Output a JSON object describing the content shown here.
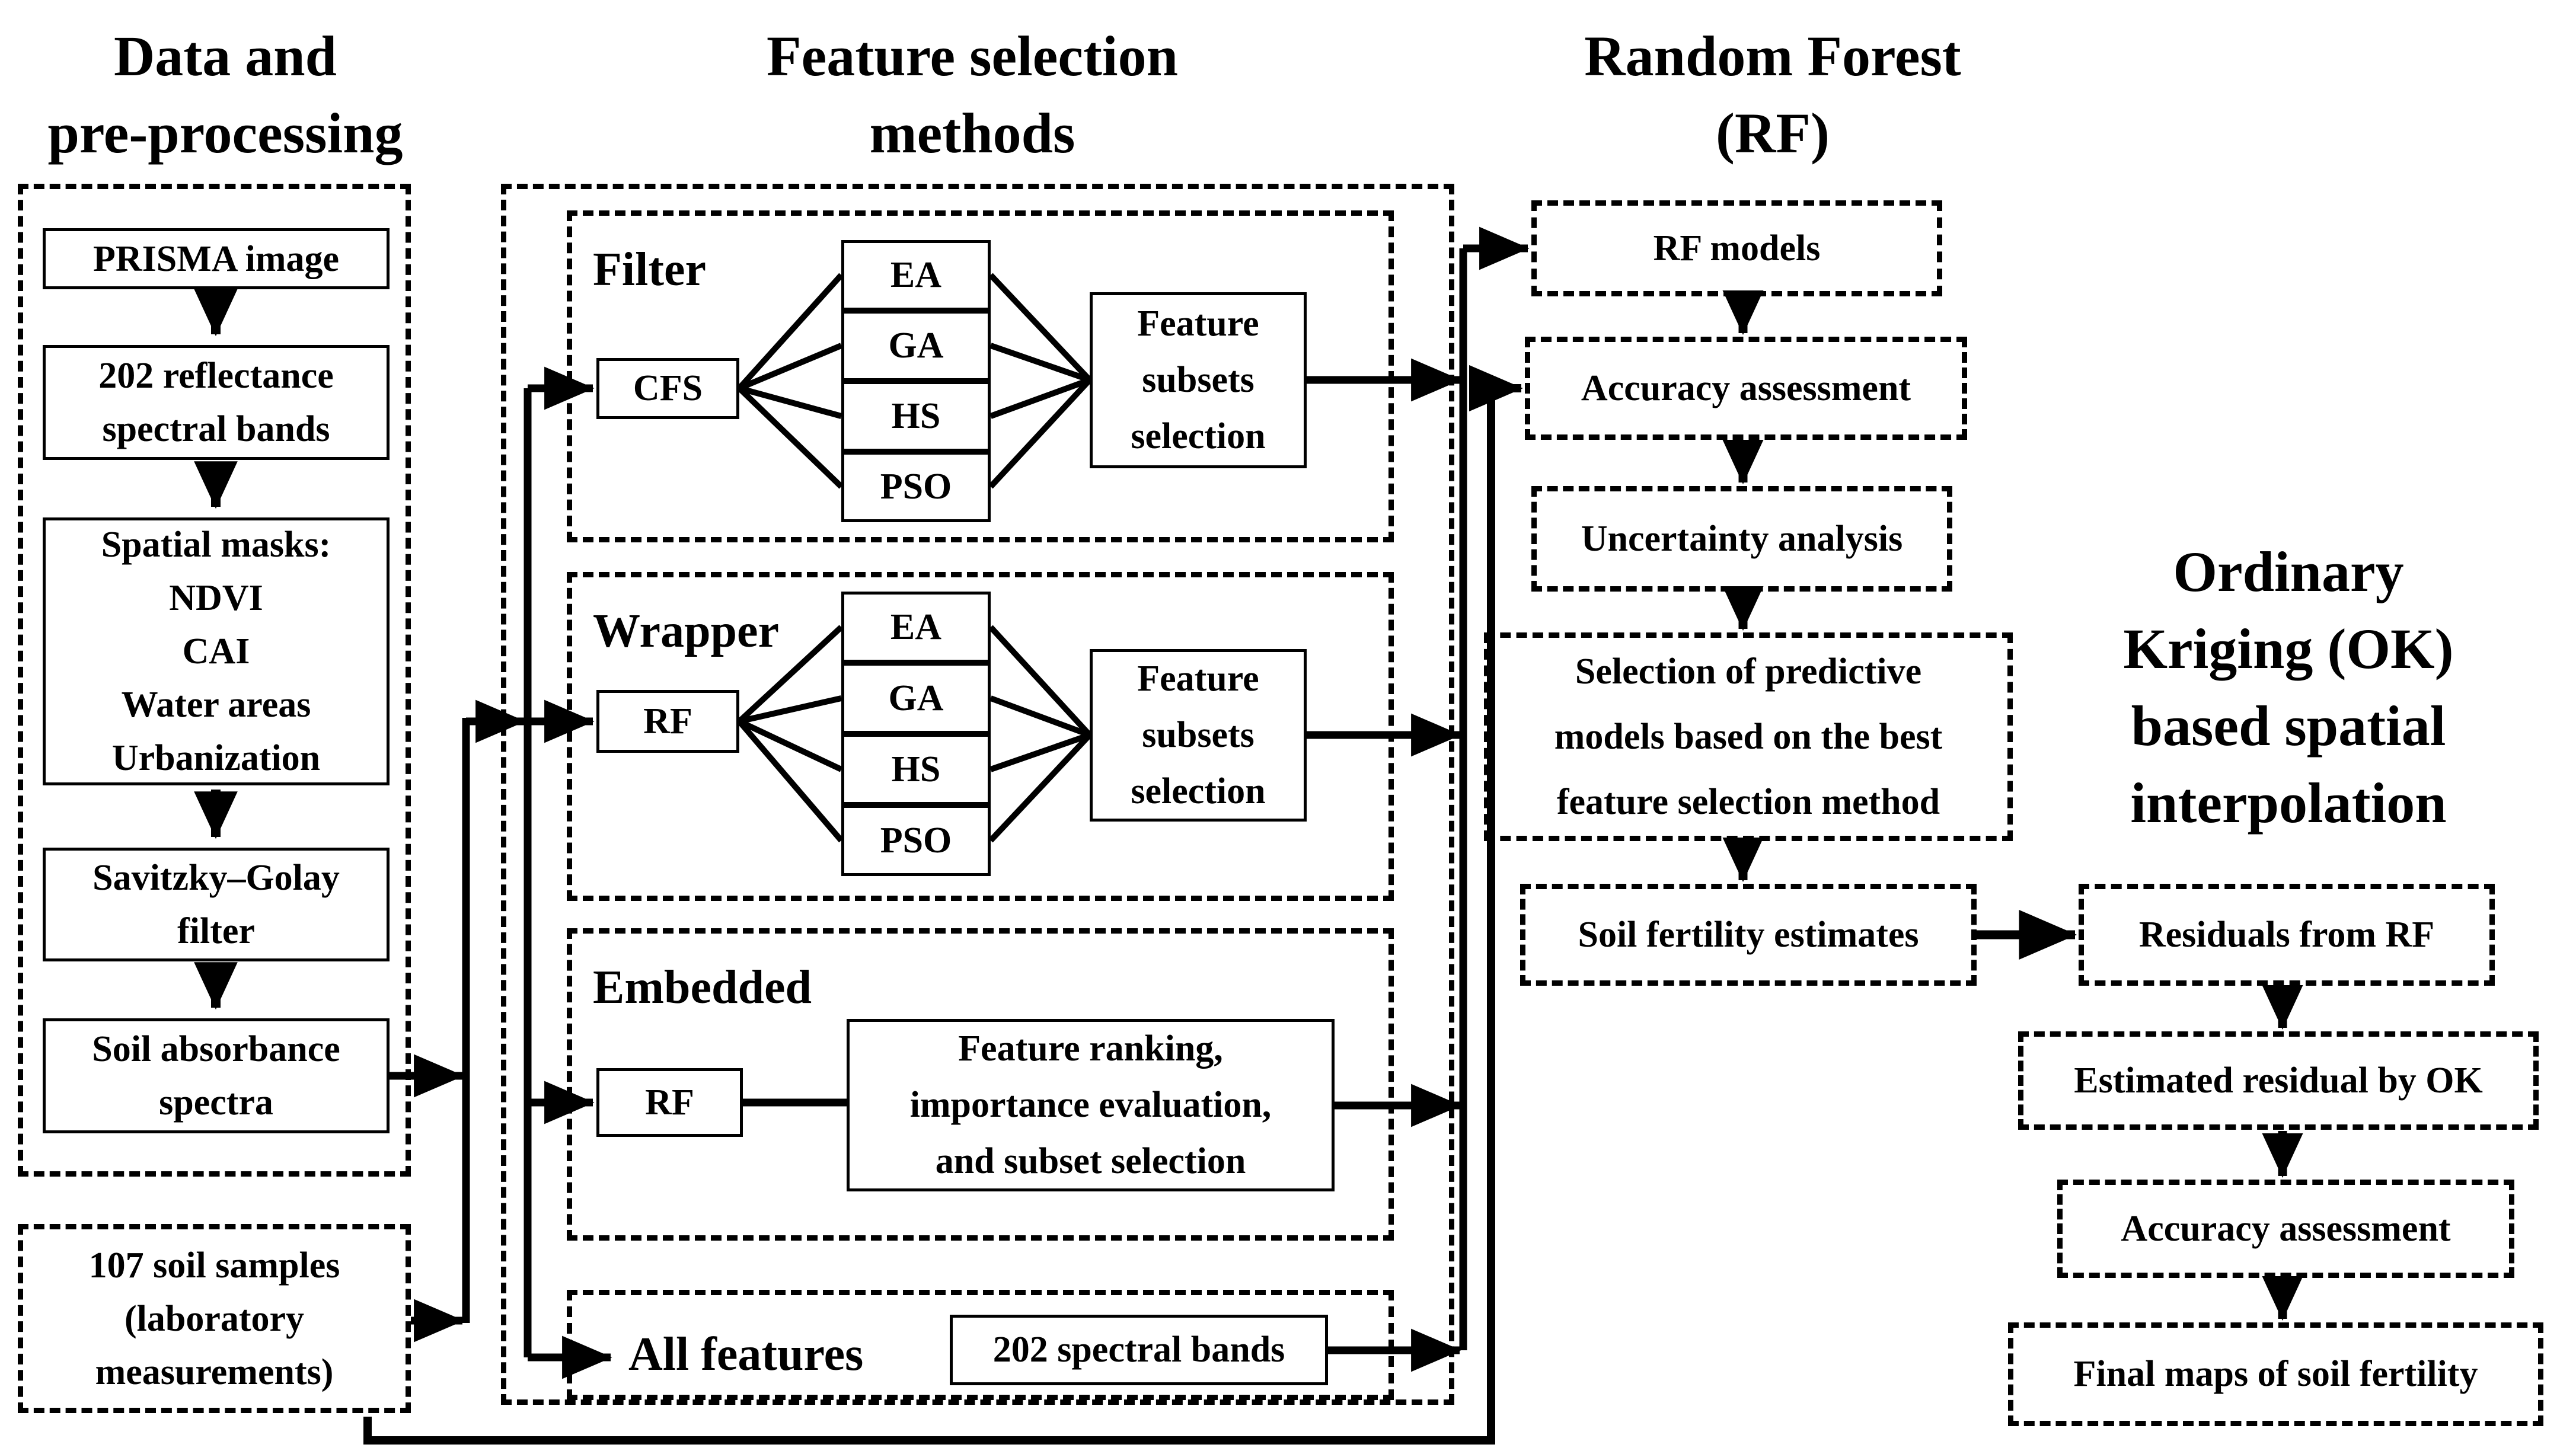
{
  "titles": {
    "left": "Data and\npre-processing",
    "feature": "Feature selection\nmethods",
    "rf": "Random Forest\n(RF)",
    "ok": "Ordinary\nKriging (OK)\nbased spatial\ninterpolation"
  },
  "left_panel": {
    "prisma": "PRISMA image",
    "bands": "202 reflectance\nspectral bands",
    "masks": "Spatial masks:\nNDVI\nCAI\nWater areas\nUrbanization",
    "savitzky": "Savitzky–Golay\nfilter",
    "absorbance": "Soil absorbance\nspectra",
    "samples": "107 soil samples\n(laboratory\nmeasurements)"
  },
  "feature_panel": {
    "filter": {
      "label": "Filter",
      "method": "CFS",
      "algorithms": [
        "EA",
        "GA",
        "HS",
        "PSO"
      ],
      "output": "Feature\nsubsets\nselection"
    },
    "wrapper": {
      "label": "Wrapper",
      "method": "RF",
      "algorithms": [
        "EA",
        "GA",
        "HS",
        "PSO"
      ],
      "output": "Feature\nsubsets\nselection"
    },
    "embedded": {
      "label": "Embedded",
      "method": "RF",
      "output": "Feature ranking,\nimportance evaluation,\nand subset selection"
    },
    "all_features": {
      "label": "All features",
      "output": "202 spectral bands"
    }
  },
  "rf_panel": {
    "models": "RF models",
    "accuracy": "Accuracy assessment",
    "uncertainty": "Uncertainty analysis",
    "selection": "Selection of predictive\nmodels based on the best\nfeature selection method",
    "fertility": "Soil fertility estimates"
  },
  "ok_panel": {
    "residuals": "Residuals from RF",
    "estimated": "Estimated residual by OK",
    "accuracy": "Accuracy assessment",
    "final": "Final maps of soil fertility"
  },
  "colors": {
    "ink": "#000000",
    "background": "#ffffff"
  }
}
